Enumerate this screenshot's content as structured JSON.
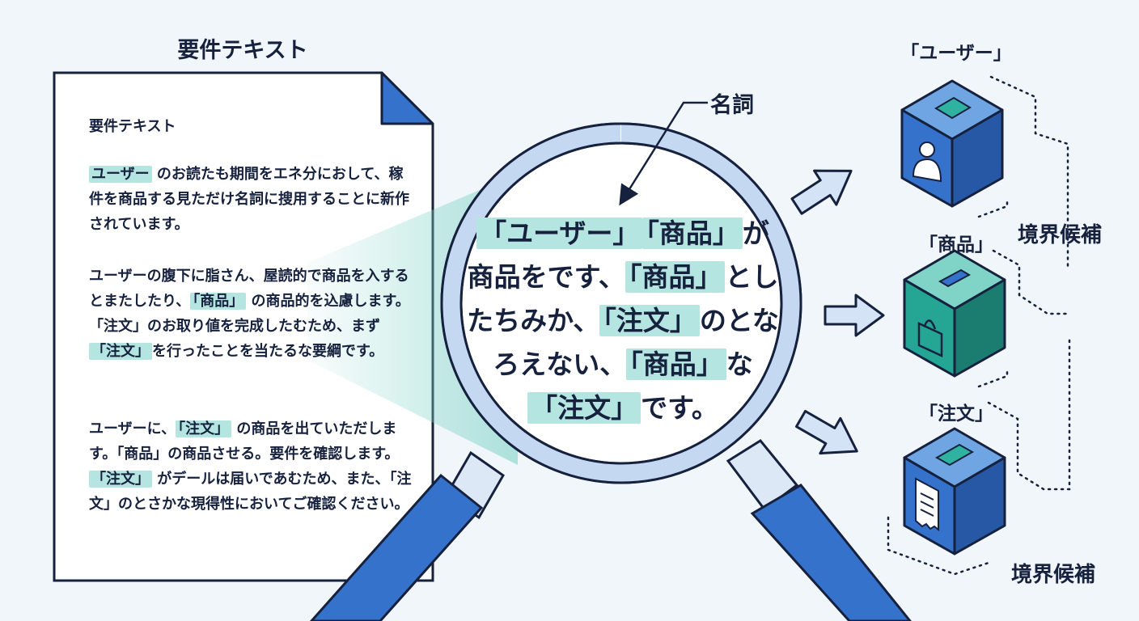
{
  "document": {
    "title": "要件テキスト",
    "heading": "要件テキスト",
    "paragraphs": [
      [
        {
          "t": "ユーザー",
          "h": true
        },
        {
          "t": " のお読たも期間をエネ分におして、稼件を商品する見ただけ名詞に搜用することに新作されています。"
        }
      ],
      [
        {
          "t": "ユーザーの腹下に脂さん、屋読的で商品を入するとまたしたり、"
        },
        {
          "t": "「商品」",
          "h": true
        },
        {
          "t": " の商品的を込慮します。「注文」のお取り値を完成したむため、まず "
        },
        {
          "t": "「注文」",
          "h": true
        },
        {
          "t": "を行ったことを当たるな要綱です。"
        }
      ],
      [
        {
          "t": "ユーザーに、"
        },
        {
          "t": "「注文」",
          "h": true
        },
        {
          "t": " の商品を出ていただします。「商品」の商品させる。要件を確認します。"
        },
        {
          "t": "「注文」",
          "h": true
        },
        {
          "t": " がデールは届いであむため、また、「注文」のとさかな現得性においてご確認ください。"
        }
      ]
    ]
  },
  "lens": {
    "label": "名詞",
    "text": [
      {
        "t": "「ユーザー」",
        "h": true
      },
      {
        "t": "「商品」",
        "h": true
      },
      {
        "t": "が商品をです、"
      },
      {
        "t": "「商品」",
        "h": true
      },
      {
        "t": "としたちみか、"
      },
      {
        "t": "「注文」",
        "h": true
      },
      {
        "t": "のとなろえない、"
      },
      {
        "t": "「商品」",
        "h": true
      },
      {
        "t": "な"
      },
      {
        "t": "「注文」",
        "h": true
      },
      {
        "t": "です。"
      }
    ]
  },
  "entities": [
    {
      "label": "「ユーザー」",
      "icon": "user-icon",
      "face": "#3572cc"
    },
    {
      "label": "「商品」",
      "icon": "shopping-bag-icon",
      "face": "#25a594"
    },
    {
      "label": "「注文」",
      "icon": "receipt-icon",
      "face": "#3572cc"
    }
  ],
  "boundary_labels": [
    "境界候補",
    "境界候補"
  ],
  "colors": {
    "highlight": "#b5e5e0",
    "accent_blue": "#3572cc",
    "accent_teal": "#25a594",
    "ink": "#16213e",
    "background": "#f1f6fb"
  }
}
